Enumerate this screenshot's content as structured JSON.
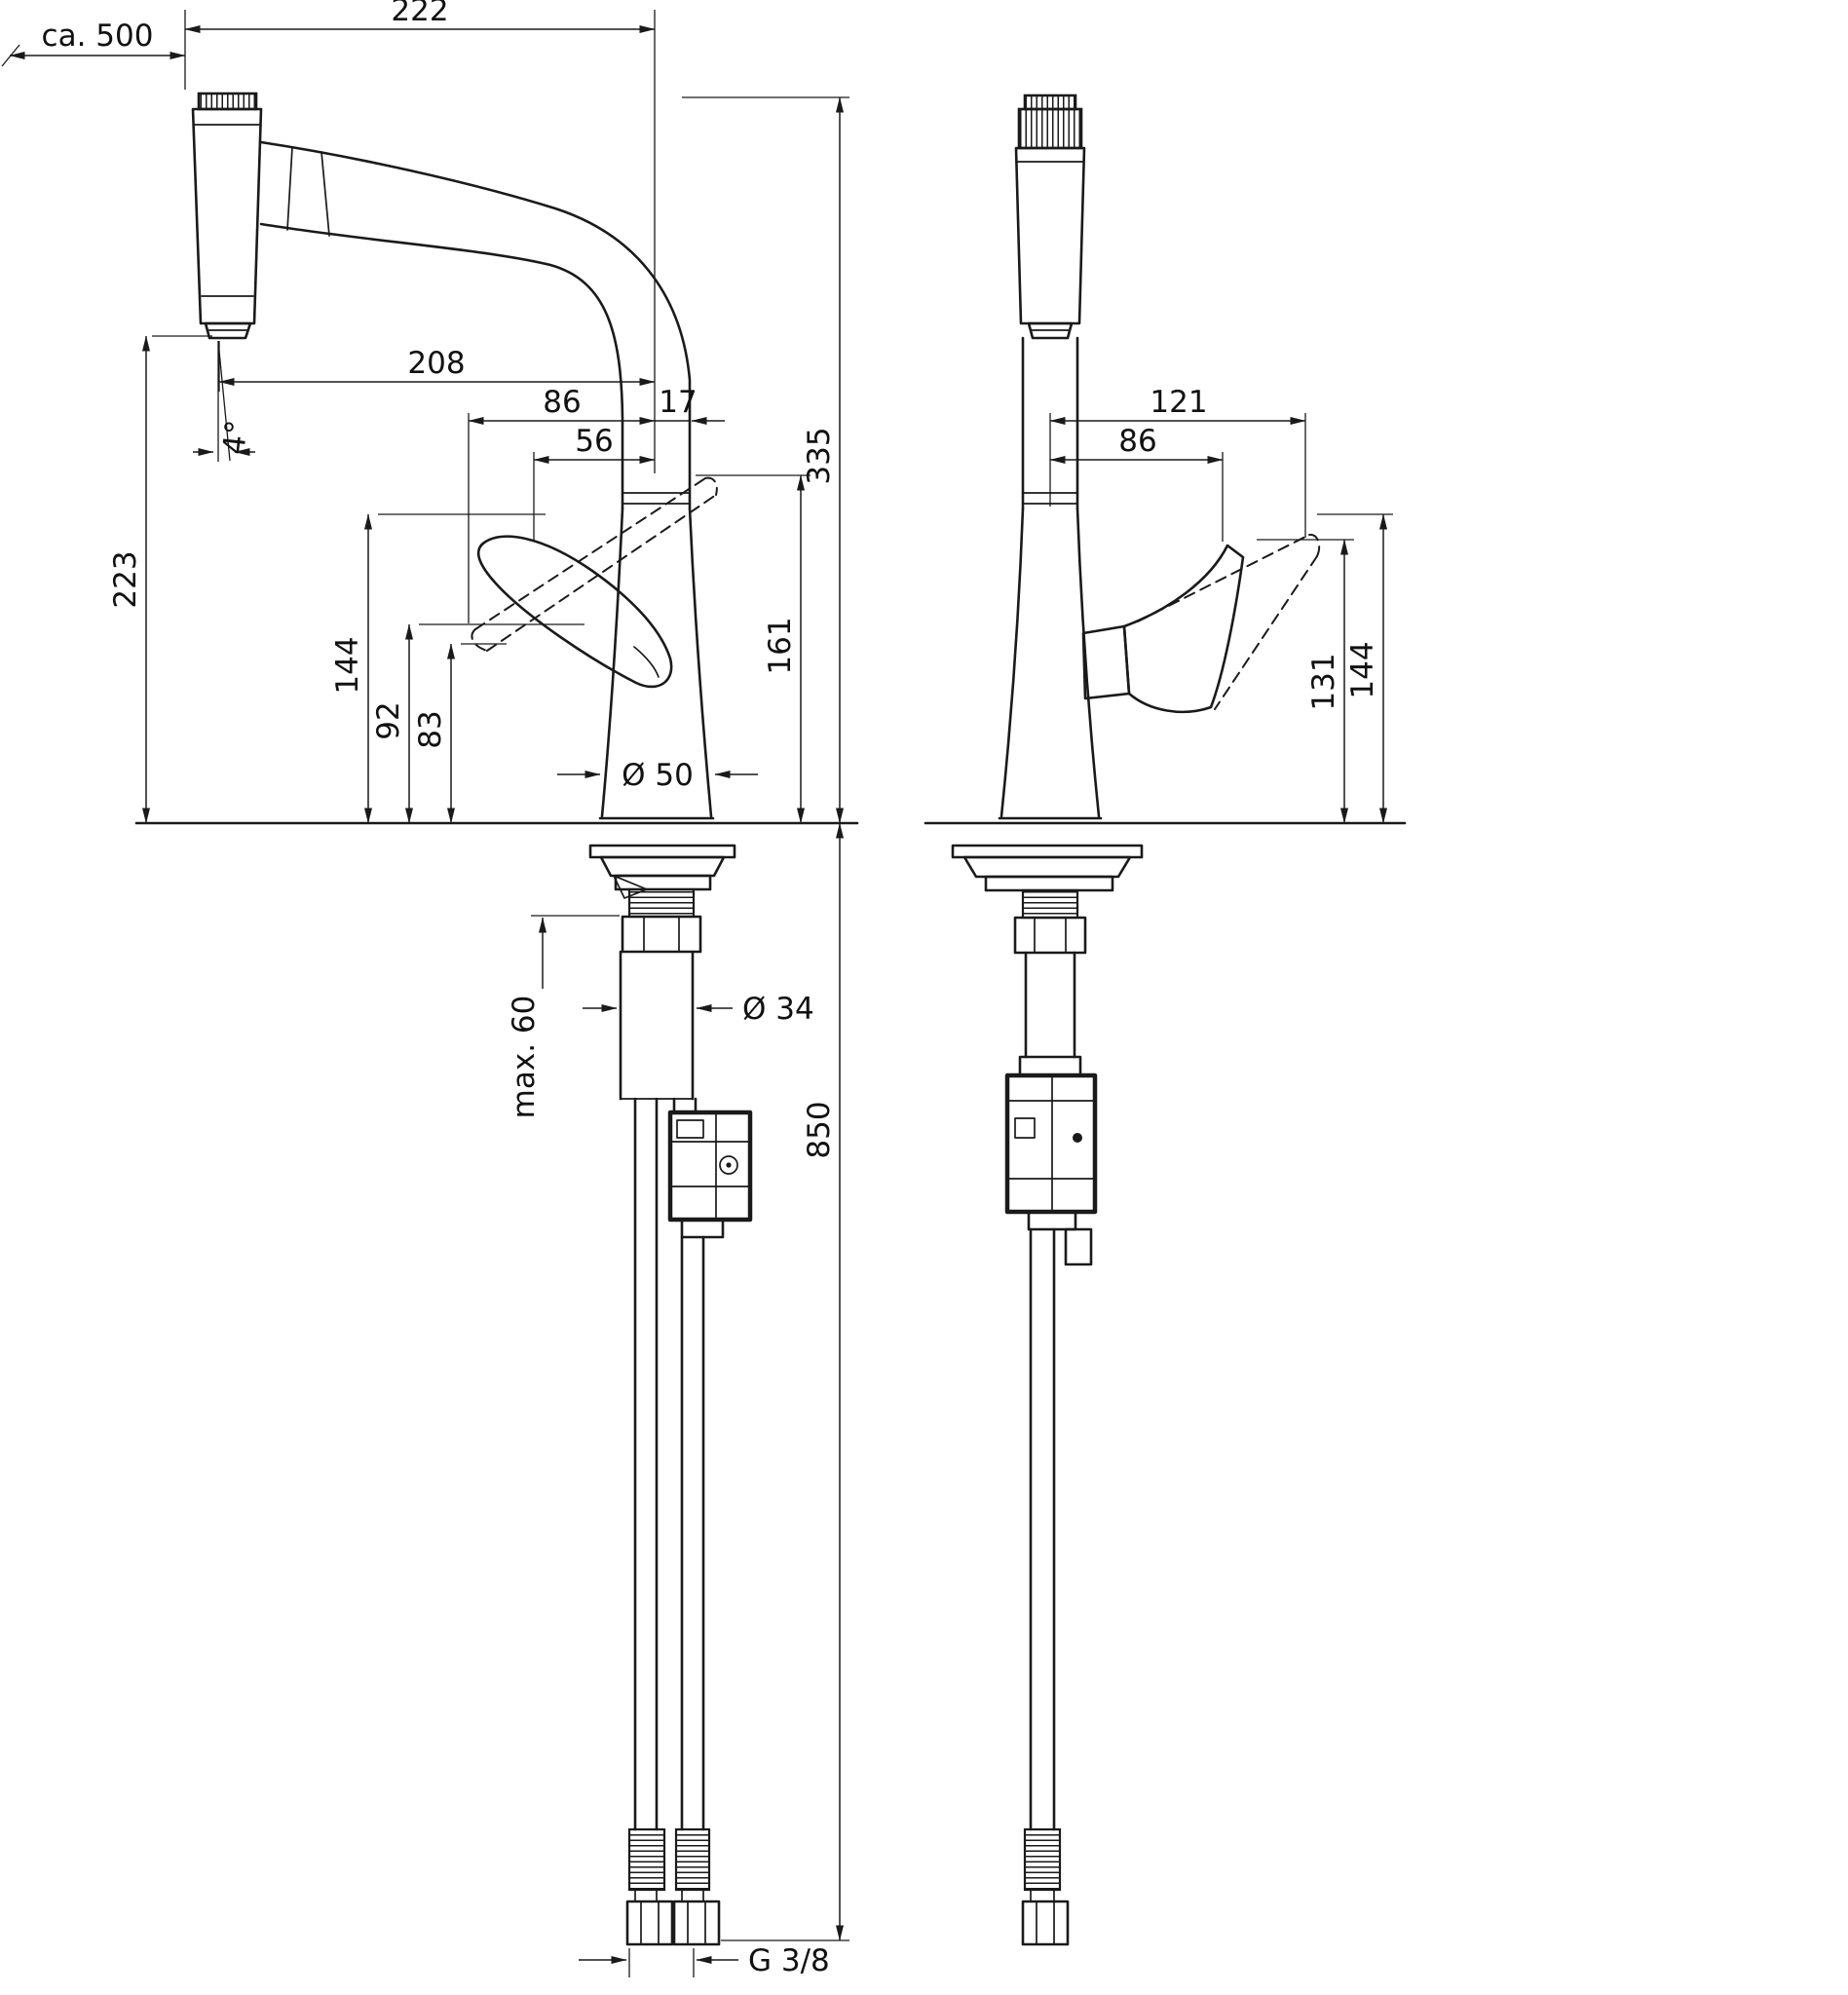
{
  "colors": {
    "line": "#1a1a1a",
    "background": "#ffffff"
  },
  "dimensions": {
    "top_width": "222",
    "hose_extension": "ca. 500",
    "spout_reach": "208",
    "side_86": "86",
    "side_17": "17",
    "side_56": "56",
    "total_height": "335",
    "outlet_height": "223",
    "outlet_angle": "4°",
    "side_144": "144",
    "side_92": "92",
    "side_83": "83",
    "side_161": "161",
    "base_diameter": "Ø 50",
    "max_counter": "max. 60",
    "shank_diameter": "Ø 34",
    "hose_length": "850",
    "thread_size": "G 3/8",
    "front_121": "121",
    "front_86": "86",
    "front_131": "131",
    "front_144": "144"
  }
}
